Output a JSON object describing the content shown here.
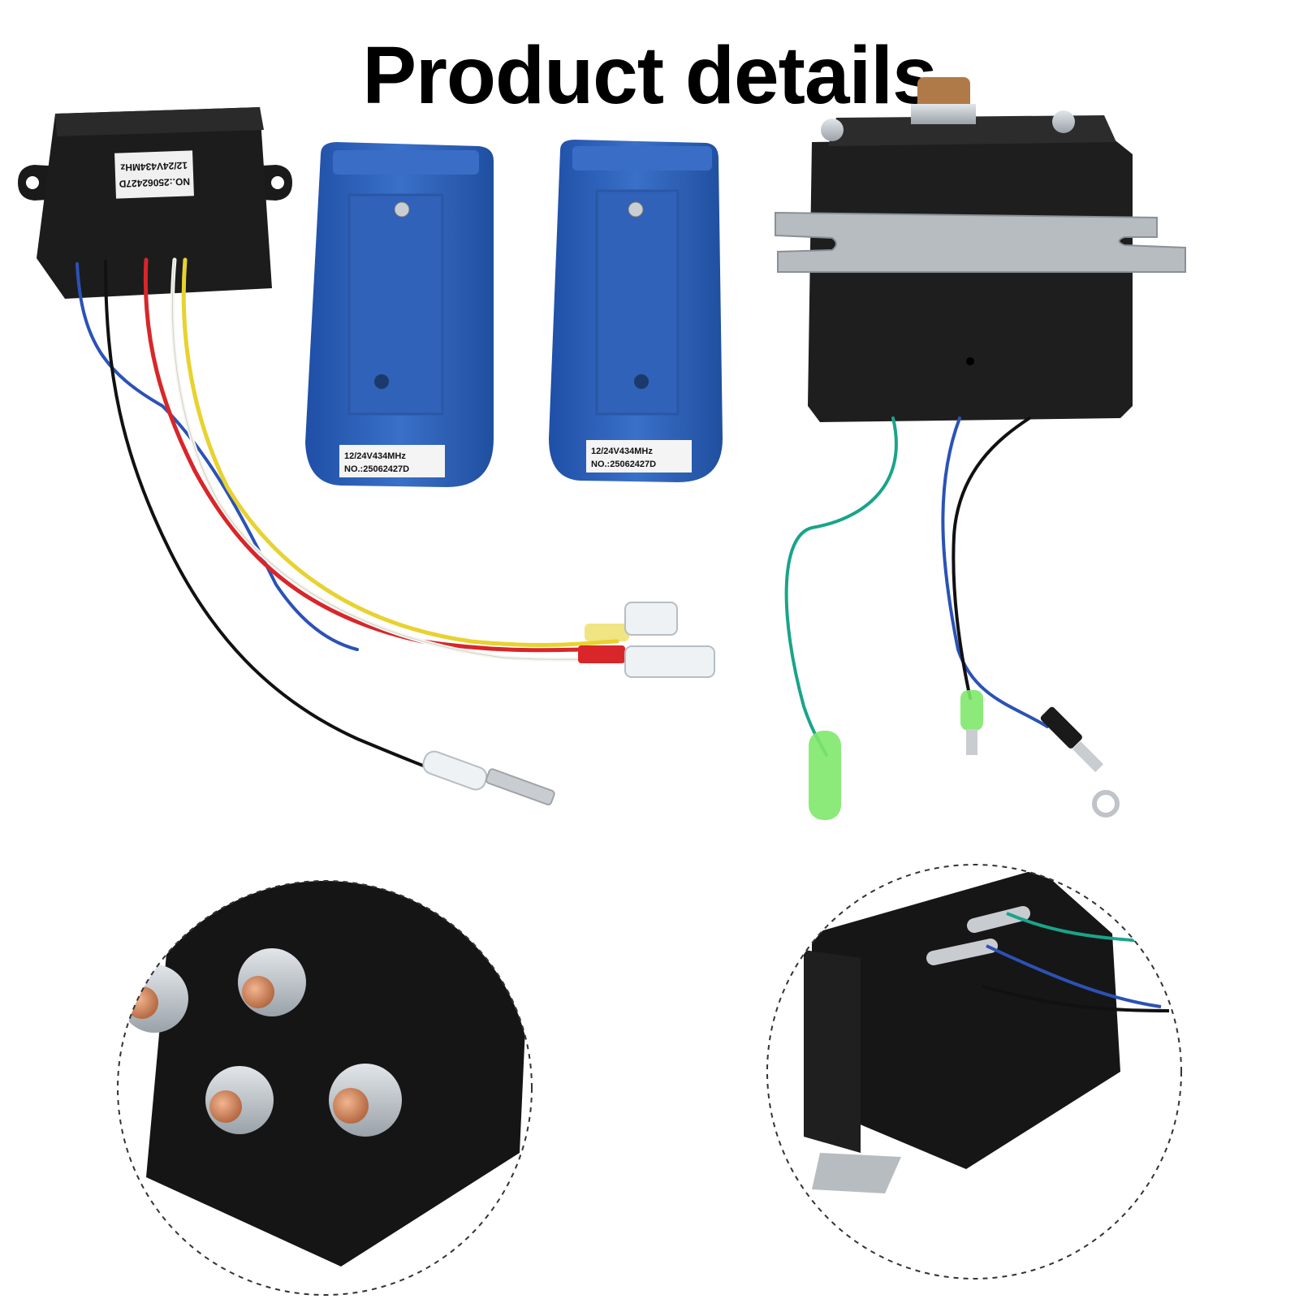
{
  "title": "Product details",
  "receiver": {
    "label_line1": "NO.:25062427D",
    "label_line2": "12/24V434MHz"
  },
  "remote_left": {
    "label_line1": "12/24V434MHz",
    "label_line2": "NO.:25062427D"
  },
  "remote_right": {
    "label_line1": "12/24V434MHz",
    "label_line2": "NO.:25062427D"
  },
  "colors": {
    "housing": "#1c1c1c",
    "remote_blue": "#2f62b8",
    "wire_red": "#d8262a",
    "wire_yellow": "#e8d230",
    "wire_blue": "#2b52b5",
    "wire_green": "#1aa48a",
    "terminal_green": "#7ee86a"
  }
}
